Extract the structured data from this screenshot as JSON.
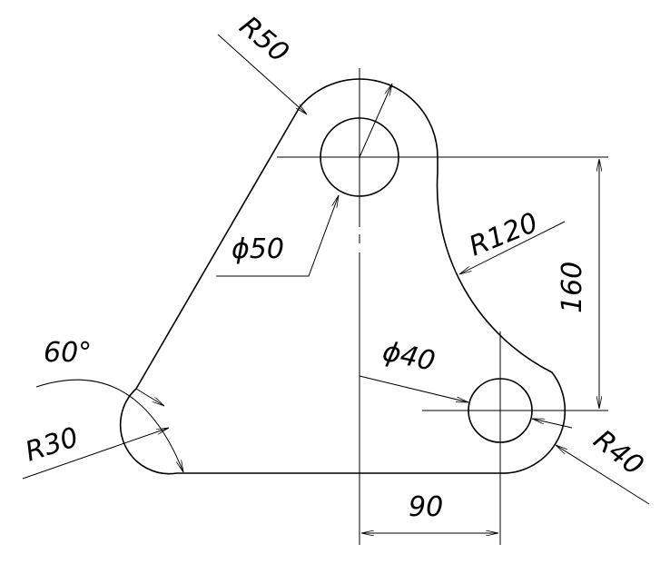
{
  "drawing": {
    "dimensions": {
      "r50": "R50",
      "d50": "ϕ50",
      "r120": "R120",
      "h160": "160",
      "d40": "ϕ40",
      "r40": "R40",
      "w90": "90",
      "r30": "R30",
      "a60": "60°"
    },
    "colors": {
      "line": "#000000",
      "background": "#ffffff"
    }
  }
}
